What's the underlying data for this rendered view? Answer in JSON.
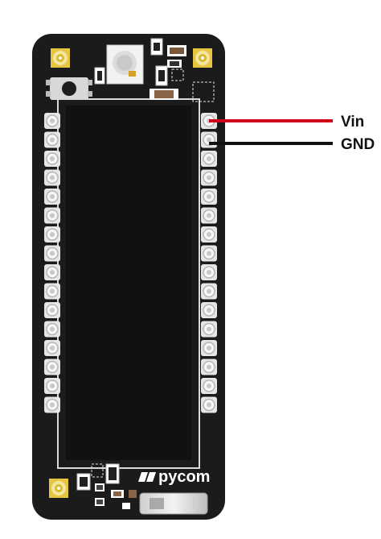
{
  "board": {
    "brand": "pycom",
    "colors": {
      "pcb": "#1b1b1b",
      "pad": "#e6e6e6",
      "module": "#111111",
      "outline": "#d9d9d9"
    },
    "pins_per_side": 16
  },
  "wires": [
    {
      "label": "Vin",
      "color": "#d0021b"
    },
    {
      "label": "GND",
      "color": "#111111"
    }
  ],
  "icons": {
    "antenna": "antenna-connector-icon",
    "led": "rgb-led-icon",
    "button": "reset-button-icon",
    "logo": "pycom-logo-icon"
  }
}
